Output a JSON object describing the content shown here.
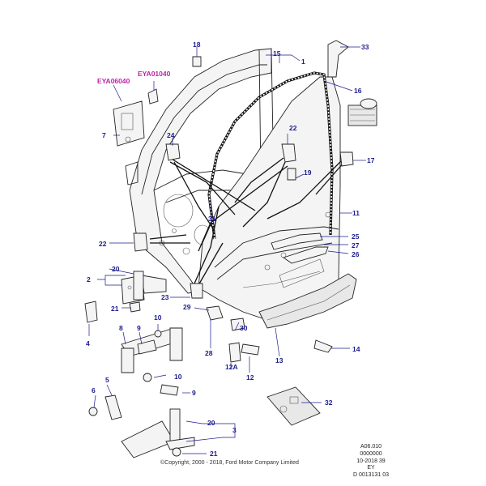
{
  "diagram": {
    "callouts": {
      "c1": "1",
      "c2": "2",
      "c3": "3",
      "c4": "4",
      "c5": "5",
      "c6": "6",
      "c7": "7",
      "c8": "8",
      "c9": "9",
      "c10a": "10",
      "c10b": "10",
      "c11": "11",
      "c12": "12",
      "c12a": "12A",
      "c13": "13",
      "c14": "14",
      "c15": "15",
      "c16": "16",
      "c17": "17",
      "c18": "18",
      "c19": "19",
      "c20a": "20",
      "c20b": "20",
      "c21a": "21",
      "c21b": "21",
      "c22a": "22",
      "c22b": "22",
      "c23": "23",
      "c24": "24",
      "c25": "25",
      "c26": "26",
      "c27": "27",
      "c28": "28",
      "c29": "29",
      "c30": "30",
      "c31": "31",
      "c32": "32",
      "c33": "33"
    },
    "references": {
      "ref1": "EYA01040",
      "ref2": "EYA06040"
    },
    "meta": {
      "line1": "A06.010",
      "line2": "0000000",
      "line3": "10-2018 39",
      "line4": "EY",
      "line5": "D 0013131 03"
    },
    "copyright": "©Copyright, 2000 - 2018, Ford Motor Company Limited"
  }
}
